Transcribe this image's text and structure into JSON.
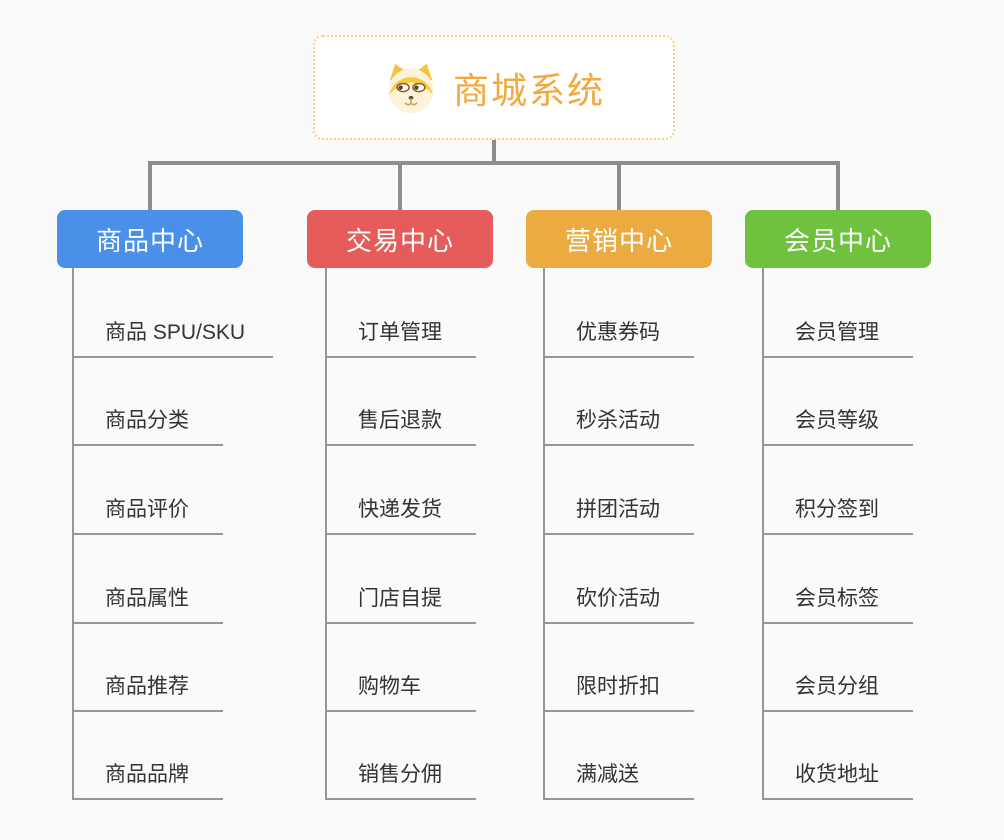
{
  "canvas": {
    "background": "#fafafa",
    "connector_color": "#8e8e8e",
    "leaf_line_color": "#979797",
    "leaf_text_color": "#333333"
  },
  "root": {
    "title": "商城系统",
    "icon": "shiba-dog-icon",
    "title_color": "#f2a93f",
    "border_color": "#f7ce8c"
  },
  "branches": [
    {
      "label": "商品中心",
      "color": "#4b90e8",
      "items": [
        "商品 SPU/SKU",
        "商品分类",
        "商品评价",
        "商品属性",
        "商品推荐",
        "商品品牌"
      ]
    },
    {
      "label": "交易中心",
      "color": "#e65c5b",
      "items": [
        "订单管理",
        "售后退款",
        "快递发货",
        "门店自提",
        "购物车",
        "销售分佣"
      ]
    },
    {
      "label": "营销中心",
      "color": "#ebab40",
      "items": [
        "优惠券码",
        "秒杀活动",
        "拼团活动",
        "砍价活动",
        "限时折扣",
        "满减送"
      ]
    },
    {
      "label": "会员中心",
      "color": "#6ec23e",
      "items": [
        "会员管理",
        "会员等级",
        "积分签到",
        "会员标签",
        "会员分组",
        "收货地址"
      ]
    }
  ]
}
